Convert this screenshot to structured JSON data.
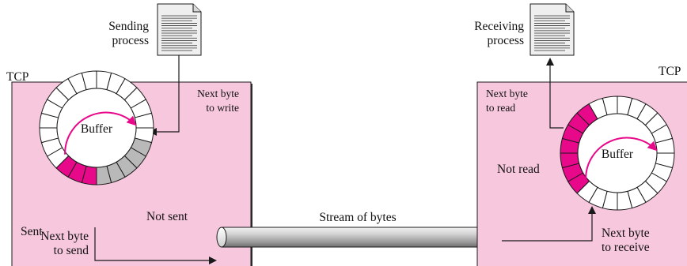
{
  "colors": {
    "tcp_box": "#f6c7dd",
    "sent": "#e8088a",
    "not_sent": "#b9b9b9",
    "not_read": "#e8088a",
    "empty_slot": "#ffffff",
    "arrow_accent": "#e8088a",
    "line": "#1a1a1a"
  },
  "icons": {
    "sender_doc": "document-icon",
    "receiver_doc": "document-icon"
  },
  "sender": {
    "tcp_label": "TCP",
    "process_label_1": "Sending",
    "process_label_2": "process",
    "next_write_1": "Next byte",
    "next_write_2": "to write",
    "buffer_label": "Buffer",
    "not_sent_label": "Not sent",
    "sent_label": "Sent",
    "next_send_1": "Next byte",
    "next_send_2": "to send"
  },
  "receiver": {
    "tcp_label": "TCP",
    "process_label_1": "Receiving",
    "process_label_2": "process",
    "next_read_1": "Next byte",
    "next_read_2": "to read",
    "buffer_label": "Buffer",
    "not_read_label": "Not read",
    "next_receive_1": "Next byte",
    "next_receive_2": "to receive"
  },
  "stream": {
    "label": "Stream of bytes"
  }
}
